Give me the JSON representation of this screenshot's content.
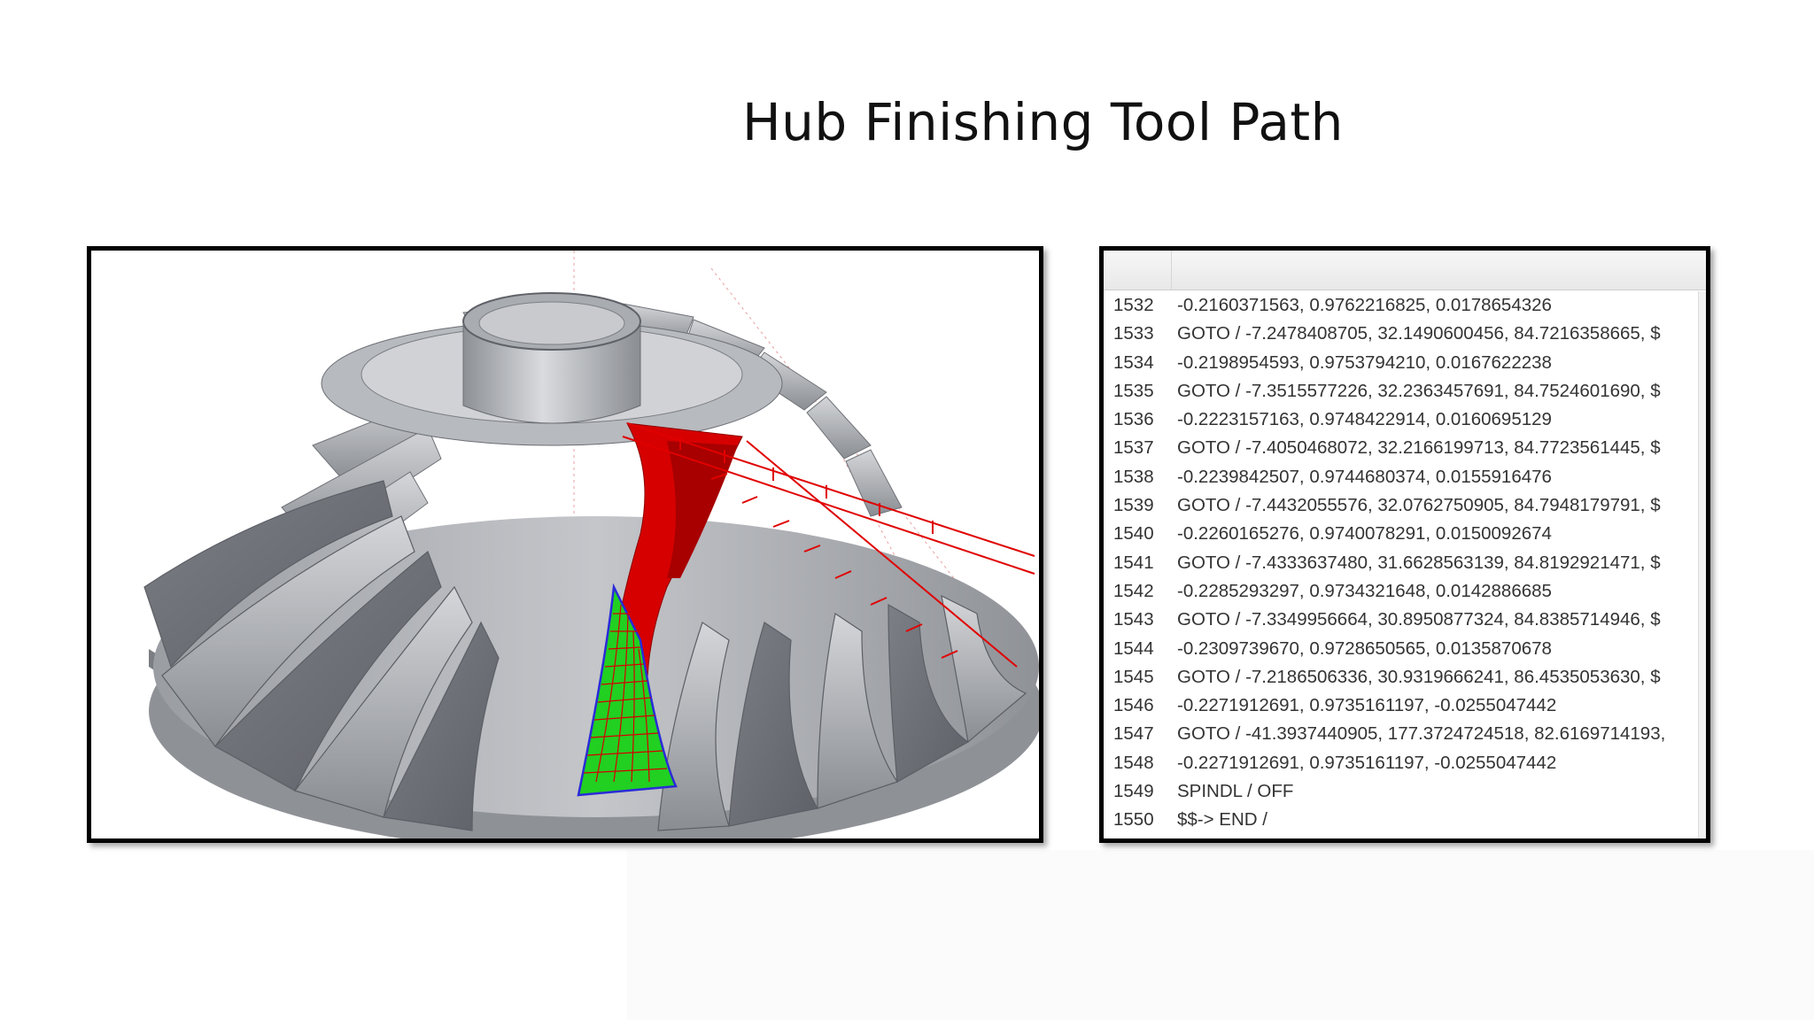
{
  "slide": {
    "title": "Hub Finishing Tool Path"
  },
  "cad_view": {
    "description_icon": "impeller-model-icon",
    "colors": {
      "metal_light": "#c9cbcf",
      "metal_dark": "#6e7177",
      "tool_path": "#e00000",
      "mesh_green": "#21d021",
      "mesh_blue": "#2a2ad8"
    }
  },
  "code_listing": {
    "lines": [
      {
        "num": "1532",
        "text": "-0.2160371563, 0.9762216825, 0.0178654326"
      },
      {
        "num": "1533",
        "text": "GOTO / -7.2478408705, 32.1490600456, 84.7216358665,  $"
      },
      {
        "num": "1534",
        "text": "-0.2198954593, 0.9753794210, 0.0167622238"
      },
      {
        "num": "1535",
        "text": "GOTO / -7.3515577226, 32.2363457691, 84.7524601690,  $"
      },
      {
        "num": "1536",
        "text": "-0.2223157163, 0.9748422914, 0.0160695129"
      },
      {
        "num": "1537",
        "text": "GOTO / -7.4050468072, 32.2166199713, 84.7723561445,  $"
      },
      {
        "num": "1538",
        "text": "-0.2239842507, 0.9744680374, 0.0155916476"
      },
      {
        "num": "1539",
        "text": "GOTO / -7.4432055576, 32.0762750905, 84.7948179791,  $"
      },
      {
        "num": "1540",
        "text": "-0.2260165276, 0.9740078291, 0.0150092674"
      },
      {
        "num": "1541",
        "text": "GOTO / -7.4333637480, 31.6628563139, 84.8192921471,  $"
      },
      {
        "num": "1542",
        "text": "-0.2285293297, 0.9734321648, 0.0142886685"
      },
      {
        "num": "1543",
        "text": "GOTO / -7.3349956664, 30.8950877324, 84.8385714946,  $"
      },
      {
        "num": "1544",
        "text": "-0.2309739670, 0.9728650565, 0.0135870678"
      },
      {
        "num": "1545",
        "text": "GOTO / -7.2186506336, 30.9319666241, 86.4535053630,  $"
      },
      {
        "num": "1546",
        "text": "-0.2271912691, 0.9735161197, -0.0255047442"
      },
      {
        "num": "1547",
        "text": "GOTO / -41.3937440905, 177.3724724518, 82.6169714193,"
      },
      {
        "num": "1548",
        "text": "-0.2271912691, 0.9735161197, -0.0255047442"
      },
      {
        "num": "1549",
        "text": "SPINDL / OFF"
      },
      {
        "num": "1550",
        "text": "$$-> END /"
      }
    ]
  }
}
